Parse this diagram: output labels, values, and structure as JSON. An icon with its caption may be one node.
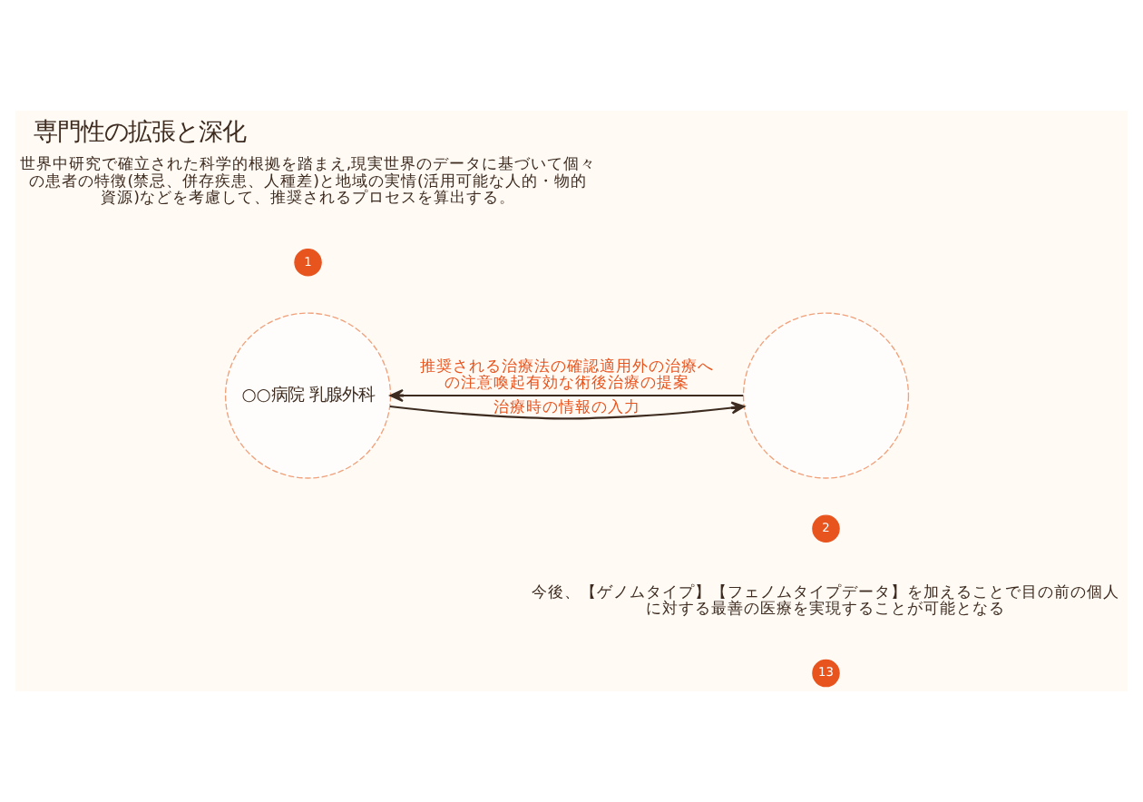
{
  "diagram": {
    "title": "専門性の拡張と深化",
    "nodes": [
      {
        "text": [
          "○○病院 乳腺外科"
        ]
      },
      {
        "text": [],
        "shape": "circle"
      }
    ],
    "edges": [
      {
        "from": 0,
        "to": 1,
        "arrow": "to",
        "label": "治療時の情報の入力"
      },
      {
        "from": 1,
        "to": 0,
        "arrow": "to",
        "label": "推奨される治療法の確認適用外の治療への注意喚起有効な術後治療の提案"
      }
    ],
    "labels": [
      "世界中研究で確立された科学的根拠を踏まえ,現実世界のデータに基づいて個々の患者の特徴(禁忌、併存疾患、人種差)と地域の実情(活用可能な人的・物的資源)などを考慮して、推奨されるプロセスを算出する。",
      "1",
      "2",
      "今後、【ゲノムタイプ】【フェノムタイプデータ】を加えることで目の前の個人に対する最善の医療を実現することが可能となる",
      "13"
    ]
  }
}
